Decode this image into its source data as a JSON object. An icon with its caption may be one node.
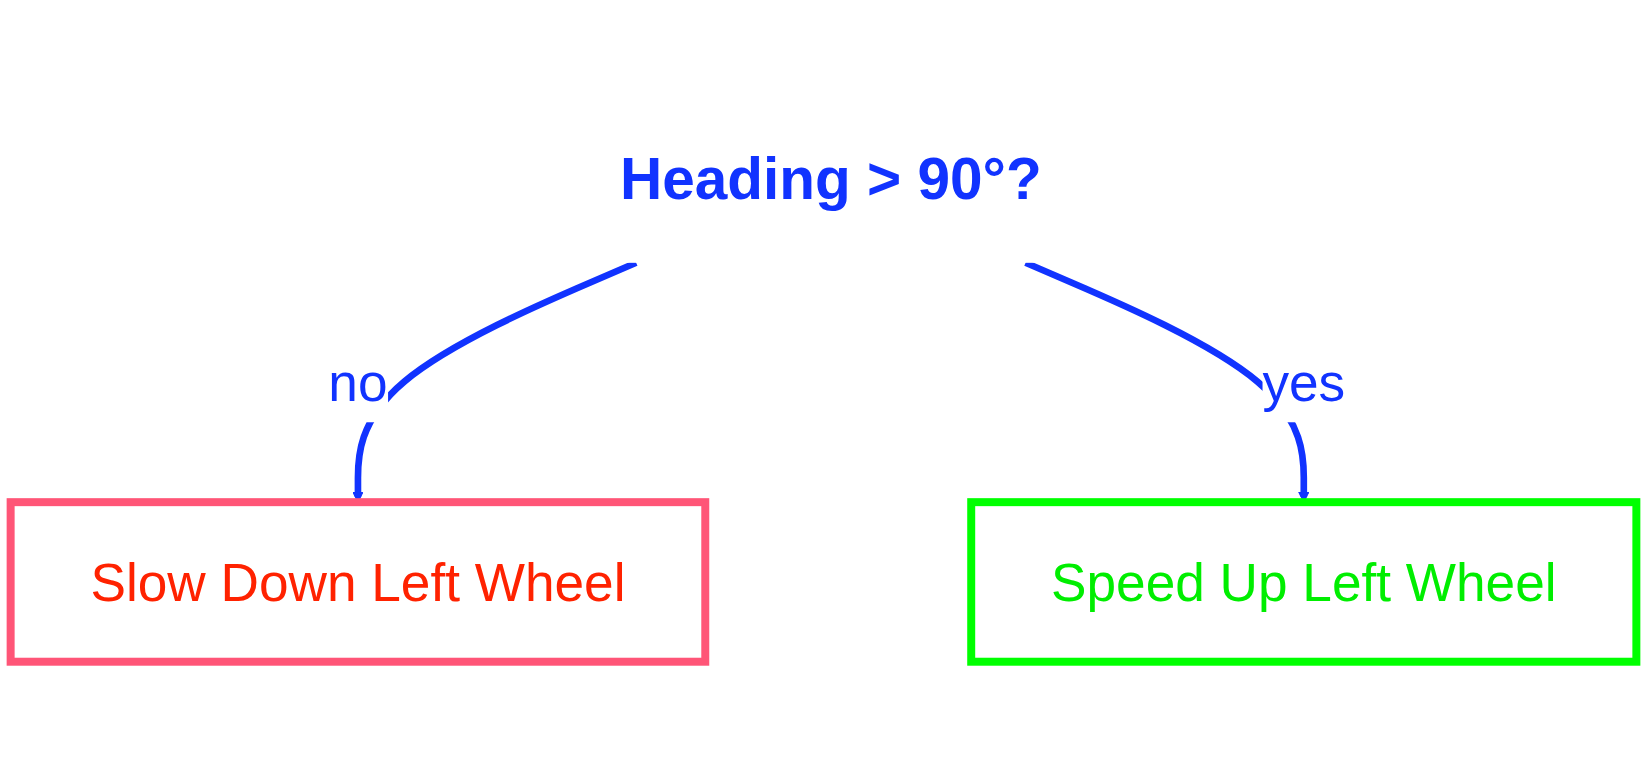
{
  "diagram": {
    "nodes": [
      {
        "text": [
          "Heading > 90°?"
        ]
      },
      {
        "text": [
          "Slow Down Left Wheel"
        ]
      },
      {
        "text": [
          "Speed Up Left Wheel"
        ]
      }
    ],
    "edges": [
      {
        "from": 0,
        "to": 1,
        "arrow": "to",
        "label": "no"
      },
      {
        "from": 0,
        "to": 2,
        "arrow": "to",
        "label": "yes"
      }
    ]
  }
}
